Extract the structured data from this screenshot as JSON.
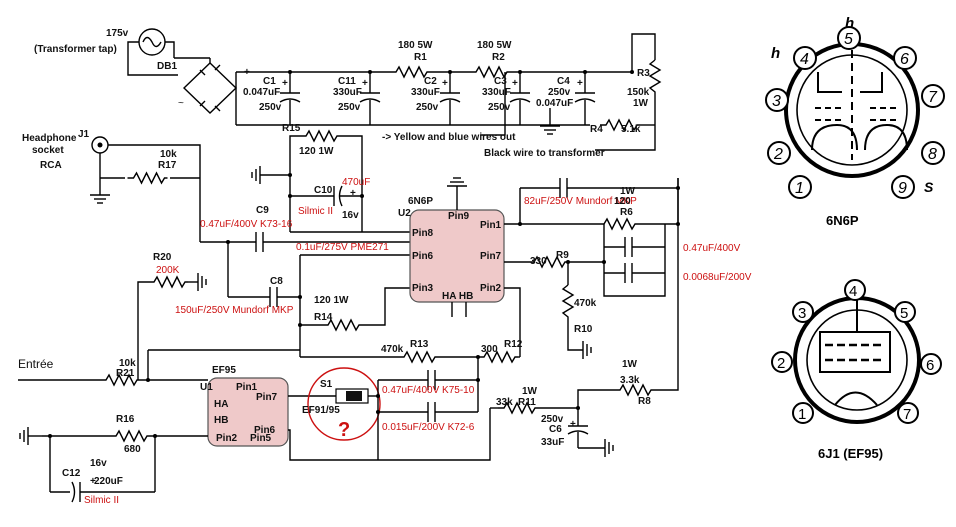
{
  "labels": {
    "transformer_voltage": "175v",
    "transformer_tap": "(Transformer tap)",
    "db1": "DB1",
    "plus": "+",
    "c1": "C1",
    "c1_value": "0.047uF",
    "c1_voltage": "250v",
    "c11": "C11",
    "c11_value": "330uF",
    "c11_voltage": "250v",
    "r1_value": "180 5W",
    "r1": "R1",
    "c2": "C2",
    "c2_value": "330uF",
    "c2_voltage": "250v",
    "r2_value": "180 5W",
    "r2": "R2",
    "c3": "C3",
    "c3_value": "330uF",
    "c3_voltage": "250v",
    "c4": "C4",
    "c4_voltage": "250v",
    "c4_value": "0.047uF",
    "r3": "R3",
    "r3_value": "150k",
    "r3_power": "1W",
    "r4": "R4",
    "r4_value": "5.1k",
    "yellow_blue_note": "-> Yellow and blue wires out",
    "black_wire_note": "Black wire to transformer",
    "headphone_1": "Headphone",
    "headphone_2": "socket",
    "headphone_3": "RCA",
    "j1": "J1",
    "r17_value": "10k",
    "r17": "R17",
    "r15": "R15",
    "r15_value": "120 1W",
    "c10_value": "470uF",
    "c10": "C10",
    "c10_voltage": "16v",
    "c10_type": "Silmic II",
    "c9": "C9",
    "c9_type": "0.47uF/400V K73-16",
    "c_pme": "0.1uF/275V PME271",
    "u2_tube": "6N6P",
    "u2": "U2",
    "u2_pin9": "Pin9",
    "u2_pin8": "Pin8",
    "u2_pin6": "Pin6",
    "u2_pin3": "Pin3",
    "u2_pin1": "Pin1",
    "u2_pin7": "Pin7",
    "u2_pin2": "Pin2",
    "u2_heater": "HA HB",
    "c_82uf": "82uF/250V Mundorf MKP",
    "r6_power": "1W",
    "r6_value": "120",
    "r6": "R6",
    "c_047_right": "0.47uF/400V",
    "c_0068": "0.0068uF/200V",
    "r9_value": "330",
    "r9": "R9",
    "r10_value": "470k",
    "r10": "R10",
    "r20": "R20",
    "r20_value": "200K",
    "c8": "C8",
    "c8_type": "150uF/250V Mundorf MKP",
    "r14_value": "120 1W",
    "r14": "R14",
    "r13_value": "470k",
    "r13": "R13",
    "r12_value": "300",
    "r12": "R12",
    "entree": "Entrée",
    "r21_value": "10k",
    "r21": "R21",
    "u1_tube": "EF95",
    "u1": "U1",
    "u1_pin1": "Pin1",
    "u1_pin7": "Pin7",
    "u1_ha": "HA",
    "u1_hb": "HB",
    "u1_pin6": "Pin6",
    "u1_pin2": "Pin2",
    "u1_pin5": "Pin5",
    "s1": "S1",
    "s1_label": "EF91/95",
    "question": "?",
    "c_k75": "0.47uF/400V K75-10",
    "c_k72": "0.015uF/200V K72-6",
    "r11_power": "1W",
    "r11_value": "33k",
    "r11": "R11",
    "c6_voltage": "250v",
    "c6": "C6",
    "c6_value": "33uF",
    "r8_power": "1W",
    "r8_value": "3.3k",
    "r8": "R8",
    "r16": "R16",
    "r16_value": "680",
    "c12": "C12",
    "c12_voltage": "16v",
    "c12_value": "220uF",
    "c12_type": "Silmic II",
    "pinout_6n6p": "6N6P",
    "pinout_6j1": "6J1  (EF95)",
    "pin_h1": "h",
    "pin_h2": "h",
    "pin_s": "S",
    "p_1": "1",
    "p_2": "2",
    "p_3": "3",
    "p_4": "4",
    "p_5": "5",
    "p_6": "6",
    "p_7": "7",
    "p_8": "8",
    "p_9": "9",
    "q_1": "1",
    "q_2": "2",
    "q_3": "3",
    "q_4": "4",
    "q_5": "5",
    "q_6": "6",
    "q_7": "7"
  },
  "colors": {
    "wire": "#000000",
    "annotation_red": "#cc1010",
    "tube_fill": "#efc9c9",
    "tube_stroke": "#555555",
    "switch_circle": "#cc1010"
  }
}
